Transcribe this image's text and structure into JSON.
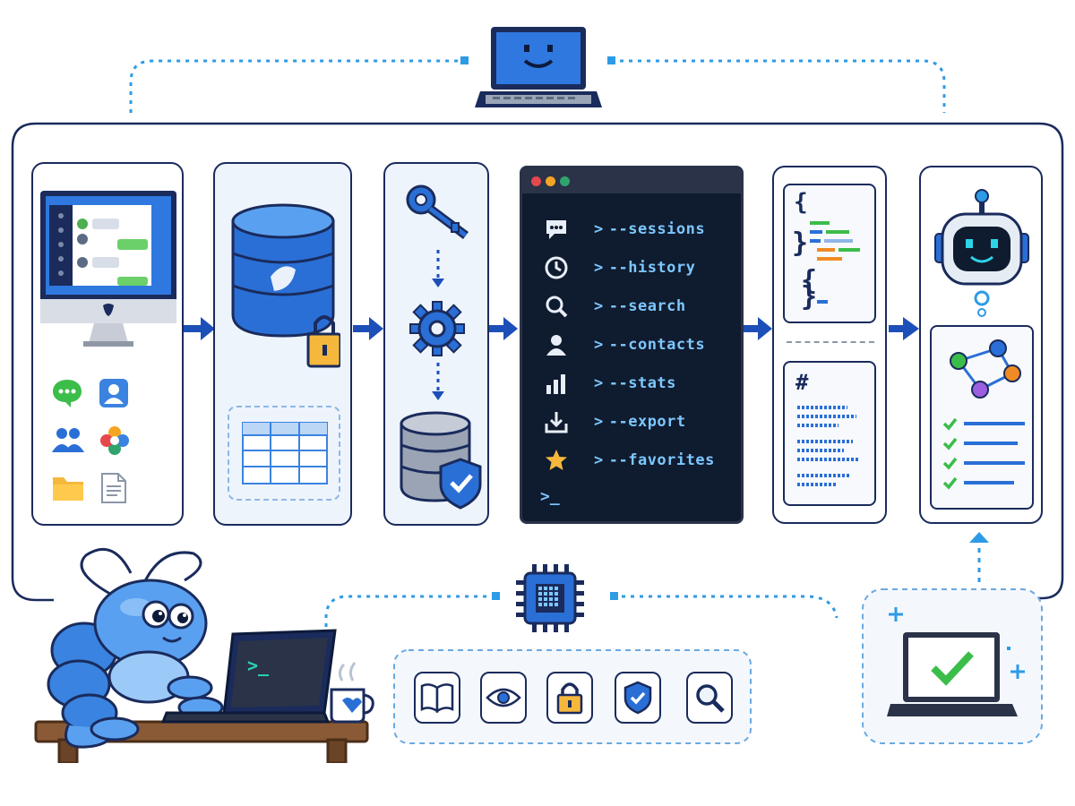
{
  "terminal": {
    "commands": [
      {
        "icon": "chat-bubble-icon",
        "label": "--sessions"
      },
      {
        "icon": "clock-icon",
        "label": "--history"
      },
      {
        "icon": "magnifier-icon",
        "label": "--search"
      },
      {
        "icon": "person-icon",
        "label": "--contacts"
      },
      {
        "icon": "bar-chart-icon",
        "label": "--stats"
      },
      {
        "icon": "download-icon",
        "label": "--export"
      },
      {
        "icon": "star-icon",
        "label": "--favorites"
      }
    ],
    "prompt_symbol": ">",
    "cursor": ">_",
    "traffic_lights": [
      "#e5484d",
      "#f5a524",
      "#30a46c"
    ]
  },
  "markdown_panel": {
    "heading_symbol": "#"
  },
  "json_panel": {
    "brace_symbol": "{"
  },
  "laptop_screen_prompt": ">_",
  "tools": [
    {
      "name": "book-icon"
    },
    {
      "name": "eye-icon"
    },
    {
      "name": "lock-icon"
    },
    {
      "name": "shield-check-icon"
    },
    {
      "name": "search-icon"
    }
  ],
  "colors": {
    "navy": "#1a2b5c",
    "accent_blue": "#2a6fd6",
    "arrow_blue": "#1d4fb8",
    "dotted_blue": "#2d9be6",
    "terminal_bg": "#0f1b2e",
    "terminal_text": "#7cc7ff"
  }
}
